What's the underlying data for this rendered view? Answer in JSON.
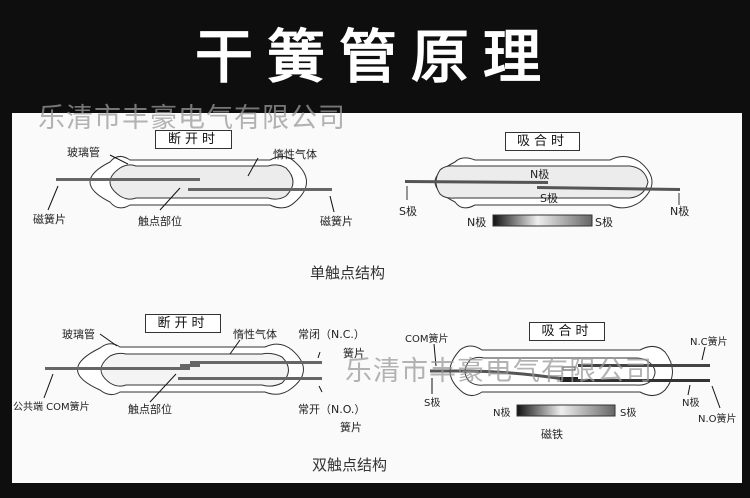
{
  "title": "干簧管原理",
  "watermark": "乐清市丰豪电气有限公司",
  "single": {
    "open": {
      "state": "断开时",
      "glass": "玻璃管",
      "gas": "惰性气体",
      "reed_left": "磁簧片",
      "contact": "触点部位",
      "reed_right": "磁簧片"
    },
    "closed": {
      "state": "吸合时",
      "n_inner": "N极",
      "s_inner": "S极",
      "s_left": "S极",
      "n_right": "N极",
      "magnet_n": "N极",
      "magnet_s": "S极"
    },
    "caption": "单触点结构"
  },
  "double": {
    "open": {
      "state": "断开时",
      "glass": "玻璃管",
      "gas": "惰性气体",
      "nc": "常闭（N.C.）",
      "nc_reed": "簧片",
      "com": "公共端 COM簧片",
      "contact": "触点部位",
      "no": "常开（N.O.）",
      "no_reed": "簧片"
    },
    "closed": {
      "state": "吸合时",
      "com": "COM簧片",
      "nc": "N.C簧片",
      "s_left": "S极",
      "n_right": "N极",
      "no": "N.O簧片",
      "magnet_n": "N极",
      "magnet_s": "S极",
      "magnet": "磁铁"
    },
    "caption": "双触点结构"
  }
}
